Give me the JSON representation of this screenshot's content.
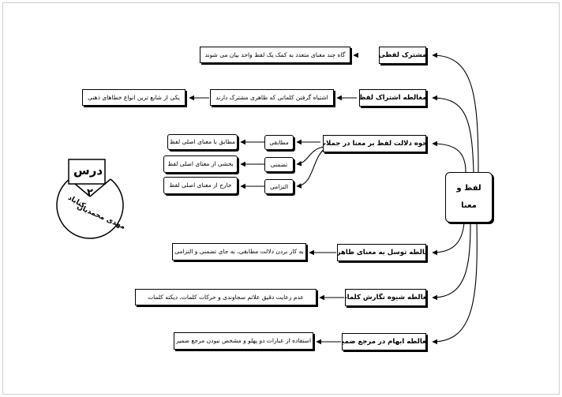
{
  "center": {
    "line1": "لفظ و",
    "line2": "معنا"
  },
  "badge": {
    "title": "درس",
    "number": "۲",
    "line1": "کتاباد",
    "line2": "مهدی محمدیان"
  },
  "branches": [
    {
      "title": "مشترک لفظی",
      "desc": "گاه چند معنای متعدد به کمک یک لفظ واحد بیان می شوند"
    },
    {
      "title": "مغالطه اشتراک لفظ",
      "desc": "اشتباه گرفتن کلماتی که ظاهری مشترک دارند",
      "extra": "یکی از شایع ترین انواع خطاهای ذهنی"
    },
    {
      "title": "نحوه دلالت لفظ بر معنا در جملات",
      "subs": [
        {
          "label": "مطابقی",
          "desc": "مطابق با معنای اصلی لفظ"
        },
        {
          "label": "تضمنی",
          "desc": "بخشی از معنای اصلی لفظ"
        },
        {
          "label": "التزامی",
          "desc": "خارج از معنای اصلی لفظ"
        }
      ]
    },
    {
      "title": "مغالطه توسل به معنای ظاهری",
      "desc": "به کار بردن دلالت مطابقی، به جای تضمنی و التزامی"
    },
    {
      "title": "مغالطه شیوه نگارش کلمات",
      "desc": "عدم رعایت دقیق علائم سجاوندی و حرکات کلمات، دیکته کلمات"
    },
    {
      "title": "مغالطه ابهام در مرجع ضمیر",
      "desc": "استفاده از عبارات دو پهلو و مشخص نبودن مرجع ضمیر"
    }
  ]
}
